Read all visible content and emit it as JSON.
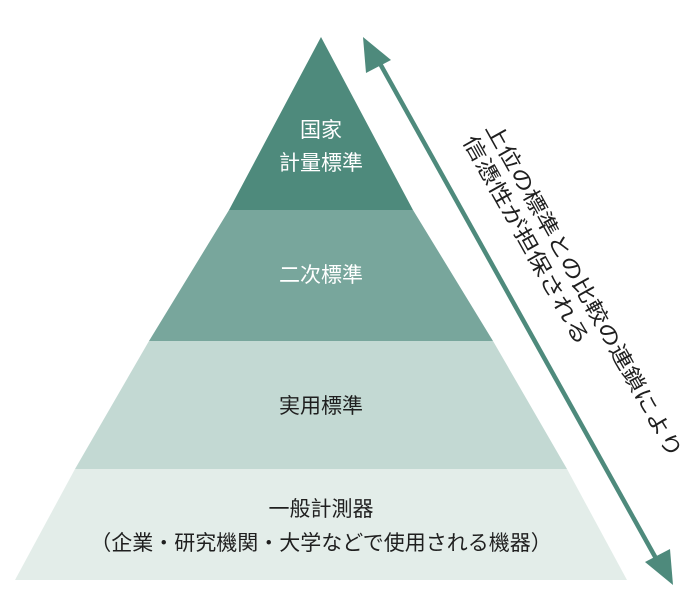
{
  "pyramid": {
    "tiers": [
      {
        "lines": [
          "国家",
          "計量標準"
        ],
        "color": "#4e8a7c"
      },
      {
        "lines": [
          "二次標準"
        ],
        "color": "#78a69c"
      },
      {
        "lines": [
          "実用標準"
        ],
        "color": "#c3d9d3"
      },
      {
        "lines": [
          "一般計測器",
          "（企業・研究機関・大学などで使用される機器）"
        ],
        "color": "#e3ede9"
      }
    ]
  },
  "arrow": {
    "color": "#4e8a7c",
    "label_lines": [
      "上位の標準との比較の連鎖により",
      "信憑性が担保される"
    ]
  }
}
